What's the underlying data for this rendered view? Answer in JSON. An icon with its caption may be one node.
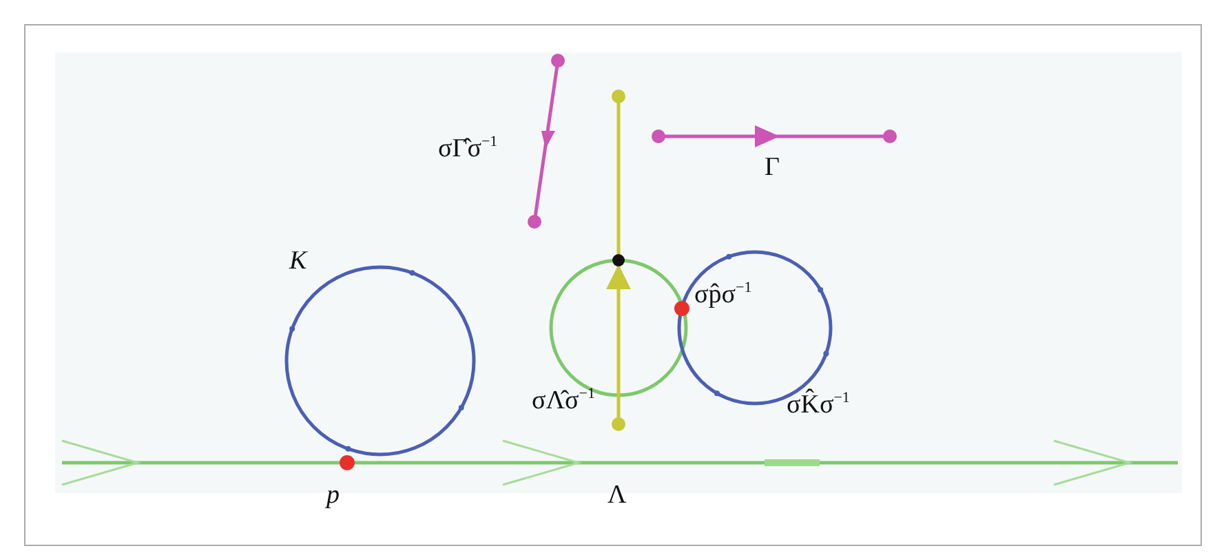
{
  "diagram": {
    "labels": [
      "σΓ̂σ$^{−1}$",
      "Γ",
      "K",
      "σp̂σ$^{−1}$",
      "σΛ̂σ$^{−1}$",
      "σK̂σ$^{−1}$",
      "p",
      "Λ"
    ]
  }
}
